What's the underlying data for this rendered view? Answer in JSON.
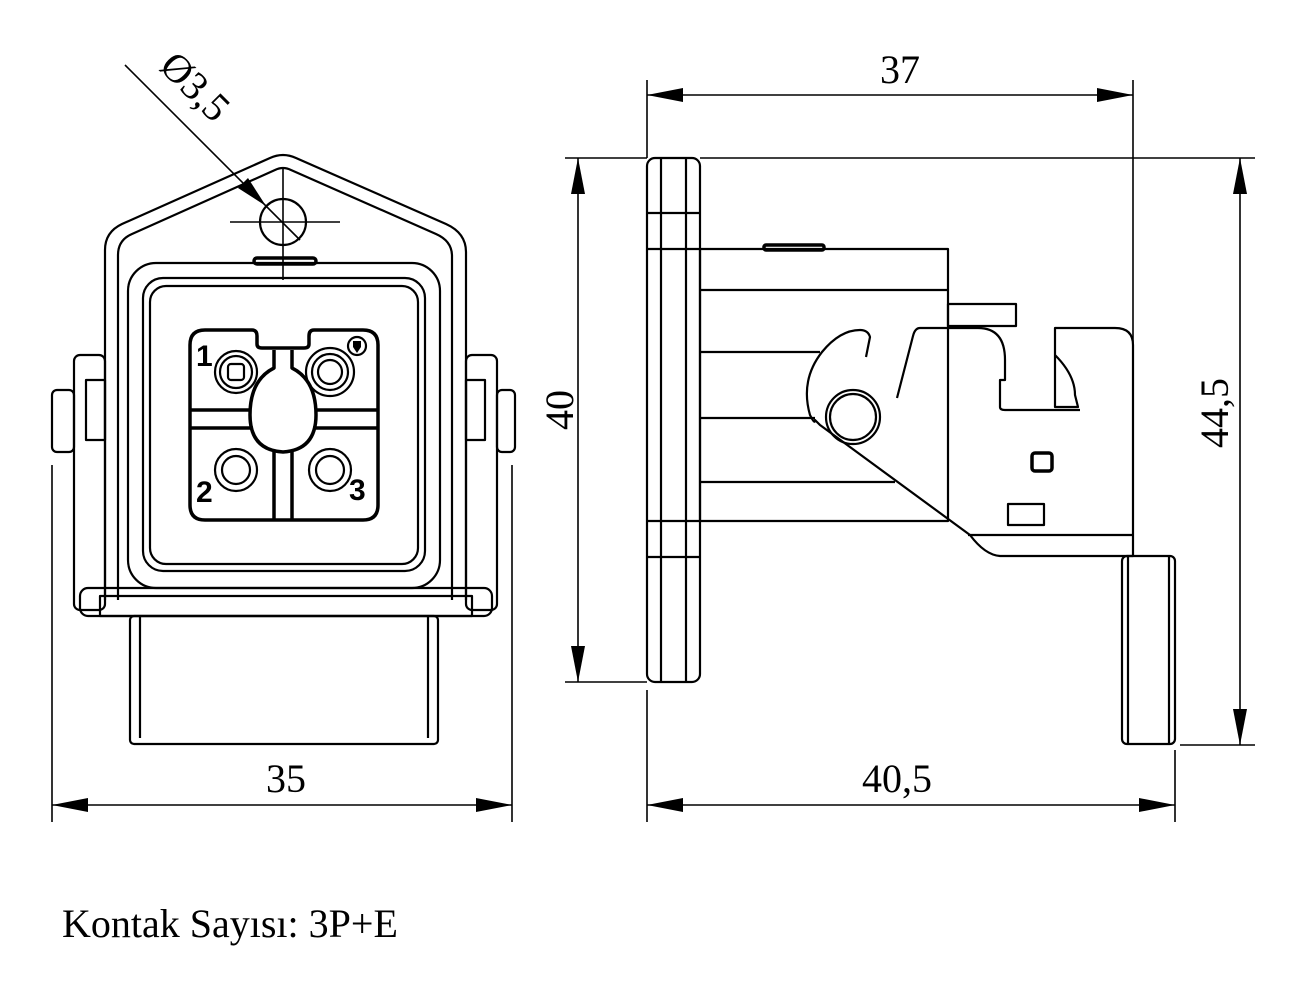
{
  "dimensions": {
    "width_front": "35",
    "depth_top": "37",
    "height_flange": "40",
    "height_total": "44,5",
    "depth_bottom": "40,5",
    "hole_diameter": "Ø3,5"
  },
  "pin_labels": [
    "1",
    "2",
    "3"
  ],
  "caption": "Kontak Sayısı: 3P+E"
}
